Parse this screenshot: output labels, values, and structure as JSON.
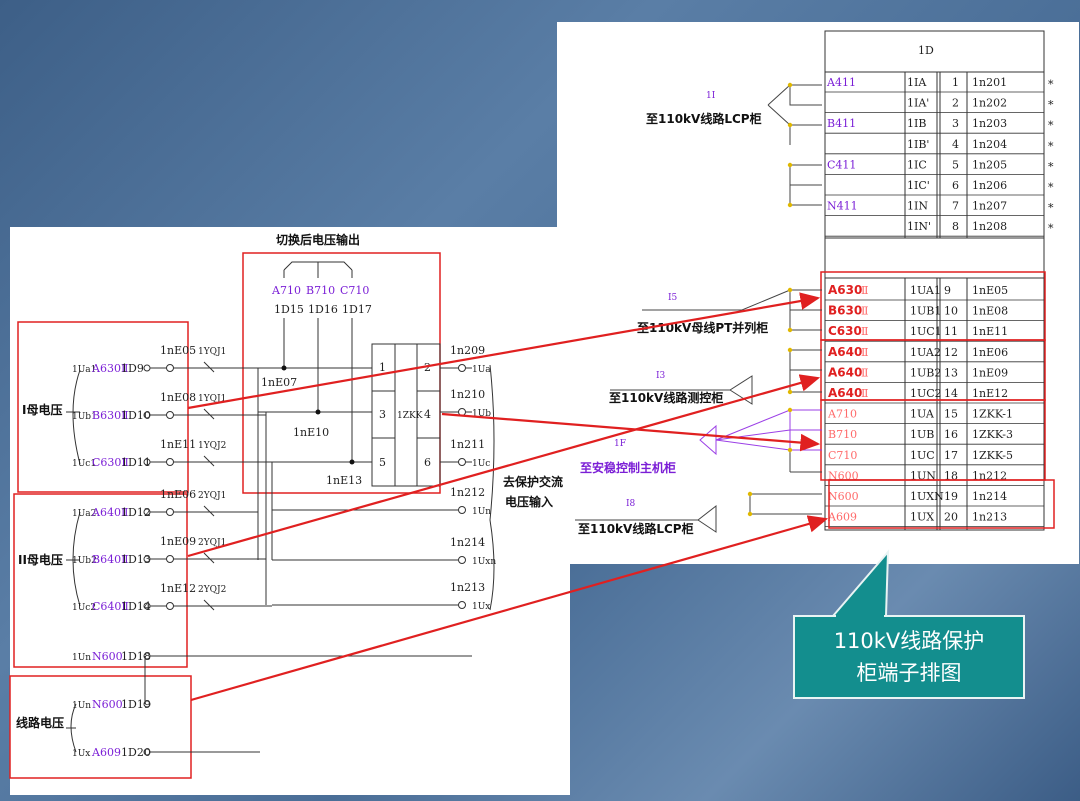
{
  "slide": {
    "callout_line1": "110kV线路保护",
    "callout_line2": "柜端子排图",
    "colors": {
      "background": "#4a6e97",
      "red": "#e02020",
      "purple": "#7b1fd6",
      "teal": "#138e8e"
    }
  },
  "left_diagram": {
    "switch_title": "切换后电压输出",
    "out_phases": [
      "A710",
      "B710",
      "C710"
    ],
    "out_terminals": [
      "1D15",
      "1D16",
      "1D17"
    ],
    "bus1_label": "I母电压",
    "bus2_label": "II母电压",
    "line_label": "线路电压",
    "bus1_rows": [
      {
        "phase": "1Ua1",
        "wire": "A630Ⅱ",
        "terminal": "1D9",
        "node": "1nE05",
        "relay": "1YQJ1"
      },
      {
        "phase": "1Ub1",
        "wire": "B630Ⅱ",
        "terminal": "1D10",
        "node": "1nE08",
        "relay": "1YQJ1"
      },
      {
        "phase": "1Uc1",
        "wire": "C630Ⅱ",
        "terminal": "1D11",
        "node": "1nE11",
        "relay": "1YQJ2"
      }
    ],
    "bus2_rows": [
      {
        "phase": "1Ua2",
        "wire": "A640Ⅱ",
        "terminal": "1D12",
        "node": "1nE06",
        "relay": "2YQJ1"
      },
      {
        "phase": "1Ub2",
        "wire": "B640Ⅱ",
        "terminal": "1D13",
        "node": "1nE09",
        "relay": "2YQJ1"
      },
      {
        "phase": "1Uc2",
        "wire": "C640Ⅱ",
        "terminal": "1D14",
        "node": "1nE12",
        "relay": "2YQJ2"
      }
    ],
    "neutral_row": {
      "phase": "1Un",
      "wire": "N600",
      "terminal": "1D18"
    },
    "line_rows": [
      {
        "phase": "1Un",
        "wire": "N600",
        "terminal": "1D19"
      },
      {
        "phase": "1Ux",
        "wire": "A609",
        "terminal": "1D20"
      }
    ],
    "switch_nodes": [
      "1nE07",
      "1nE10",
      "1nE13"
    ],
    "switch_name": "1ZKK",
    "switch_pins_left": [
      "1",
      "3",
      "5"
    ],
    "switch_pins_right": [
      "2",
      "4",
      "6"
    ],
    "out_rows": [
      {
        "node": "1n209",
        "label": "1Ua"
      },
      {
        "node": "1n210",
        "label": "1Ub"
      },
      {
        "node": "1n211",
        "label": "1Uc"
      },
      {
        "node": "1n212",
        "label": "1Un"
      },
      {
        "node": "1n214",
        "label": "1Uxn"
      },
      {
        "node": "1n213",
        "label": "1Ux"
      }
    ],
    "output_label_line1": "去保护交流",
    "output_label_line2": "电压输入"
  },
  "right_diagram": {
    "header": "1D",
    "cable_labels": [
      {
        "tag": "1I",
        "text": "至110kV线路LCP柜"
      },
      {
        "tag": "I5",
        "text": "至110kV母线PT并列柜"
      },
      {
        "tag": "I3",
        "text": "至110kV线路测控柜"
      },
      {
        "tag": "1F",
        "text": "至安稳控制主机柜"
      },
      {
        "tag": "I8",
        "text": "至110kV线路LCP柜"
      }
    ],
    "rows": [
      {
        "wire": "A411",
        "name": "1IA",
        "num": "1",
        "term": "1n201",
        "mark": "*"
      },
      {
        "wire": "",
        "name": "1IA'",
        "num": "2",
        "term": "1n202",
        "mark": "*"
      },
      {
        "wire": "B411",
        "name": "1IB",
        "num": "3",
        "term": "1n203",
        "mark": "*"
      },
      {
        "wire": "",
        "name": "1IB'",
        "num": "4",
        "term": "1n204",
        "mark": "*"
      },
      {
        "wire": "C411",
        "name": "1IC",
        "num": "5",
        "term": "1n205",
        "mark": "*"
      },
      {
        "wire": "",
        "name": "1IC'",
        "num": "6",
        "term": "1n206",
        "mark": "*"
      },
      {
        "wire": "N411",
        "name": "1IN",
        "num": "7",
        "term": "1n207",
        "mark": "*"
      },
      {
        "wire": "",
        "name": "1IN'",
        "num": "8",
        "term": "1n208",
        "mark": "*"
      }
    ],
    "rows2": [
      {
        "wire": "A630",
        "suffix": "Ⅱ",
        "name": "1UA1",
        "num": "9",
        "term": "1nE05"
      },
      {
        "wire": "B630",
        "suffix": "Ⅱ",
        "name": "1UB1",
        "num": "10",
        "term": "1nE08"
      },
      {
        "wire": "C630",
        "suffix": "Ⅱ",
        "name": "1UC1",
        "num": "11",
        "term": "1nE11"
      },
      {
        "wire": "A640",
        "suffix": "Ⅱ",
        "name": "1UA2",
        "num": "12",
        "term": "1nE06"
      },
      {
        "wire": "A640",
        "suffix": "Ⅱ",
        "name": "1UB2",
        "num": "13",
        "term": "1nE09"
      },
      {
        "wire": "A640",
        "suffix": "Ⅱ",
        "name": "1UC2",
        "num": "14",
        "term": "1nE12"
      },
      {
        "wire": "A710",
        "suffix": "",
        "name": "1UA",
        "num": "15",
        "term": "1ZKK-1"
      },
      {
        "wire": "B710",
        "suffix": "",
        "name": "1UB",
        "num": "16",
        "term": "1ZKK-3"
      },
      {
        "wire": "C710",
        "suffix": "",
        "name": "1UC",
        "num": "17",
        "term": "1ZKK-5"
      },
      {
        "wire": "N600",
        "suffix": "",
        "name": "1UN",
        "num": "18",
        "term": "1n212"
      },
      {
        "wire": "N600",
        "suffix": "",
        "name": "1UXN",
        "num": "19",
        "term": "1n214"
      },
      {
        "wire": "A609",
        "suffix": "",
        "name": "1UX",
        "num": "20",
        "term": "1n213"
      }
    ]
  }
}
